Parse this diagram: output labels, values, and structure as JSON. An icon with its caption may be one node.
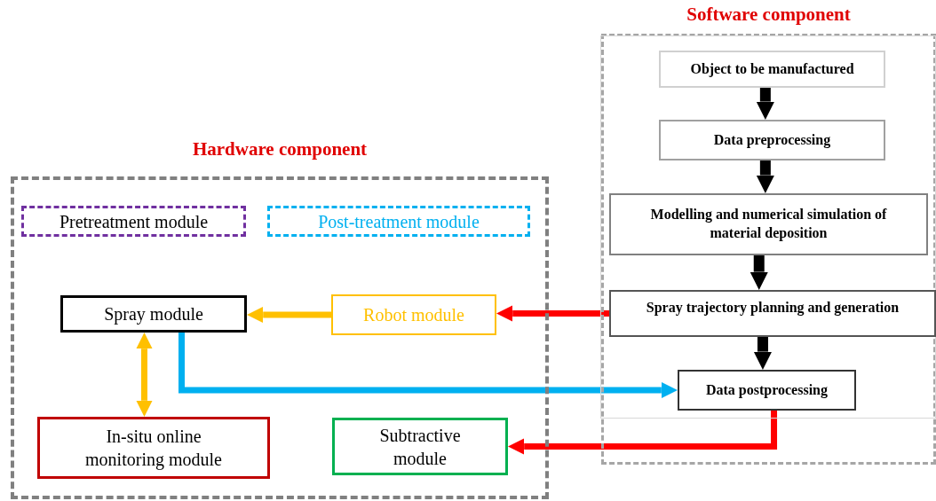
{
  "diagram": {
    "nodes": [
      {
        "text": [
          "Software component"
        ]
      },
      {
        "text": [
          "Object to be manufactured"
        ],
        "in": 0
      },
      {
        "text": [
          "Data preprocessing"
        ],
        "in": 0
      },
      {
        "text": [
          "Modelling and numerical simulation of material deposition"
        ],
        "in": 0
      },
      {
        "text": [
          "Spray trajectory planning and generation"
        ],
        "in": 0
      },
      {
        "text": [
          "Data postprocessing"
        ],
        "in": 0
      },
      {
        "text": [
          "Hardware component"
        ]
      },
      {
        "text": [
          "Pretreatment module"
        ],
        "in": 6
      },
      {
        "text": [
          "Post-treatment module"
        ],
        "in": 6
      },
      {
        "text": [
          "Spray module"
        ],
        "in": 6
      },
      {
        "text": [
          "Robot module"
        ],
        "in": 6
      },
      {
        "text": [
          "In-situ online monitoring module"
        ],
        "in": 6
      },
      {
        "text": [
          "Subtractive module"
        ],
        "in": 6
      }
    ],
    "edges": [
      {
        "from": 1,
        "to": 2,
        "arrow": "to"
      },
      {
        "from": 2,
        "to": 3,
        "arrow": "to"
      },
      {
        "from": 3,
        "to": 4,
        "arrow": "to"
      },
      {
        "from": 4,
        "to": 5,
        "arrow": "to"
      },
      {
        "from": 4,
        "to": 10,
        "arrow": "to",
        "color": "#ff0000"
      },
      {
        "from": 10,
        "to": 9,
        "arrow": "to",
        "color": "#ffc000"
      },
      {
        "from": 9,
        "to": 11,
        "arrow": "both",
        "color": "#ffc000"
      },
      {
        "from": 9,
        "to": 5,
        "arrow": "to",
        "color": "#00b0f0"
      },
      {
        "from": 5,
        "to": 12,
        "arrow": "to",
        "color": "#ff0000"
      }
    ]
  }
}
